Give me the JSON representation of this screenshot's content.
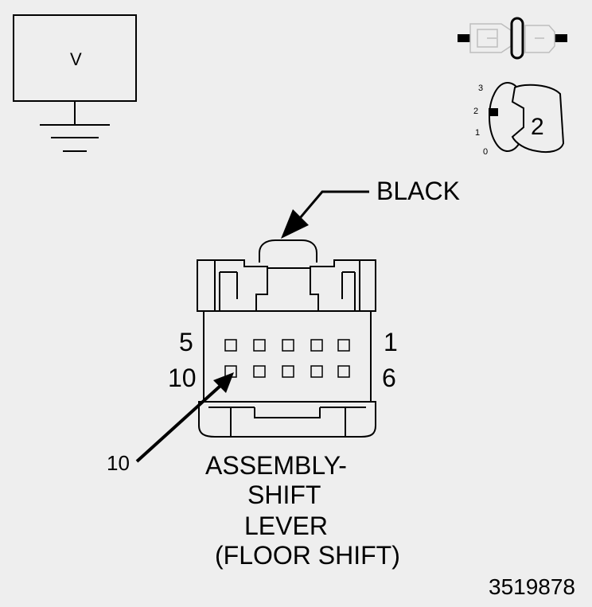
{
  "voltmeter": {
    "label": "V"
  },
  "connector": {
    "color_callout": "BLACK",
    "pin_labels": {
      "top_left": "5",
      "top_right": "1",
      "bottom_left": "10",
      "bottom_right": "6"
    },
    "pin_callout": "10",
    "title_lines": [
      "ASSEMBLY-",
      "SHIFT",
      "LEVER",
      "(FLOOR SHIFT)"
    ]
  },
  "ignition": {
    "positions": [
      "3",
      "2",
      "1",
      "0"
    ],
    "key_position_label": "2"
  },
  "figure_number": "3519878",
  "colors": {
    "background": "#eeeeee",
    "line": "#000000",
    "faded_icon": "#bdbdbd"
  }
}
